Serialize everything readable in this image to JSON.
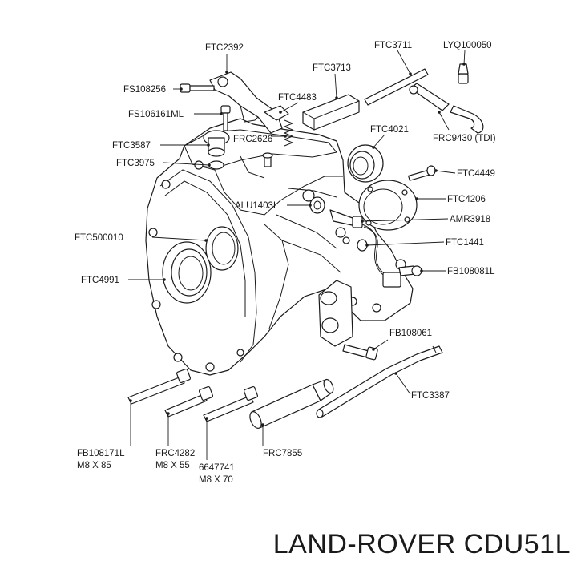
{
  "footer": {
    "title": "LAND-ROVER CDU51L"
  },
  "labels": {
    "ftc2392": "FTC2392",
    "ftc3711": "FTC3711",
    "lyq100050": "LYQ100050",
    "ftc3713": "FTC3713",
    "fs108256": "FS108256",
    "ftc4483": "FTC4483",
    "fs106161ml": "FS106161ML",
    "ftc4021": "FTC4021",
    "ftc3587": "FTC3587",
    "frc2626": "FRC2626",
    "frc9430": "FRC9430 (TDI)",
    "ftc3975": "FTC3975",
    "ftc4449": "FTC4449",
    "ftc4206": "FTC4206",
    "alu1403l": "ALU1403L",
    "amr3918": "AMR3918",
    "ftc500010": "FTC500010",
    "ftc1441": "FTC1441",
    "fb108081l": "FB108081L",
    "ftc4991": "FTC4991",
    "fb108061": "FB108061",
    "ftc3387": "FTC3387",
    "fb108171l": "FB108171L",
    "fb108171l_size": "M8 X 85",
    "frc4282": "FRC4282",
    "frc4282_size": "M8 X 55",
    "p6647741": "6647741",
    "p6647741_size": "M8 X 70",
    "frc7855": "FRC7855"
  }
}
